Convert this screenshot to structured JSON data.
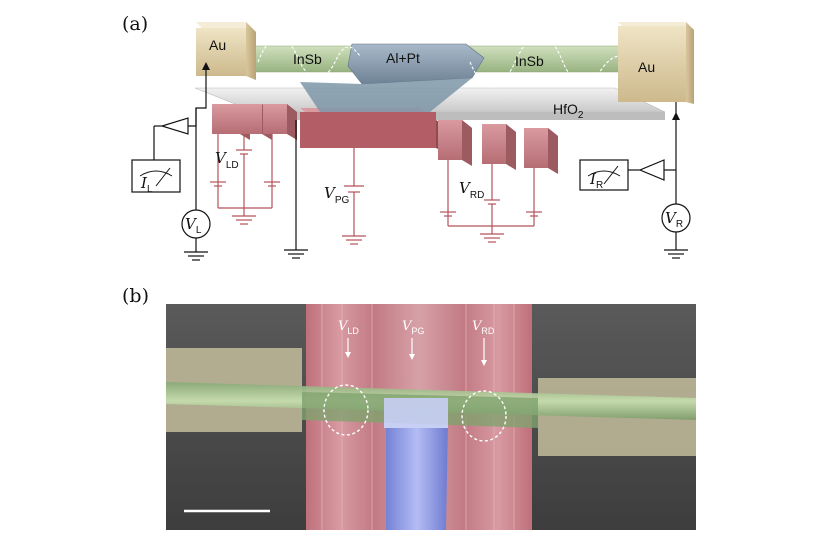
{
  "panel_a": {
    "label": "(a)",
    "au_left": "Au",
    "au_right": "Au",
    "insb_left": "InSb",
    "insb_right": "InSb",
    "center": "Al+Pt",
    "dielectric": {
      "main": "HfO",
      "sub": "2"
    },
    "v_ld": {
      "main": "V",
      "sub": "LD"
    },
    "v_pg": {
      "main": "V",
      "sub": "PG"
    },
    "v_rd": {
      "main": "V",
      "sub": "RD"
    },
    "i_l": {
      "main": "I",
      "sub": "L"
    },
    "i_r": {
      "main": "I",
      "sub": "R"
    },
    "v_l": {
      "main": "V",
      "sub": "L"
    },
    "v_r": {
      "main": "V",
      "sub": "R"
    }
  },
  "panel_b": {
    "label": "(b)",
    "v_ld": {
      "main": "V",
      "sub": "LD"
    },
    "v_pg": {
      "main": "V",
      "sub": "PG"
    },
    "v_rd": {
      "main": "V",
      "sub": "RD"
    }
  },
  "colors": {
    "gold": "#d9cba6",
    "insb": "#b9cfa4",
    "alpt": "#8ea3b8",
    "gate": "#c9848a",
    "sem_bg": "#4d4d4d",
    "sem_gate": "#c97e86",
    "sem_nanowire": "#a3c58c",
    "sem_al": "#8c98e6"
  }
}
